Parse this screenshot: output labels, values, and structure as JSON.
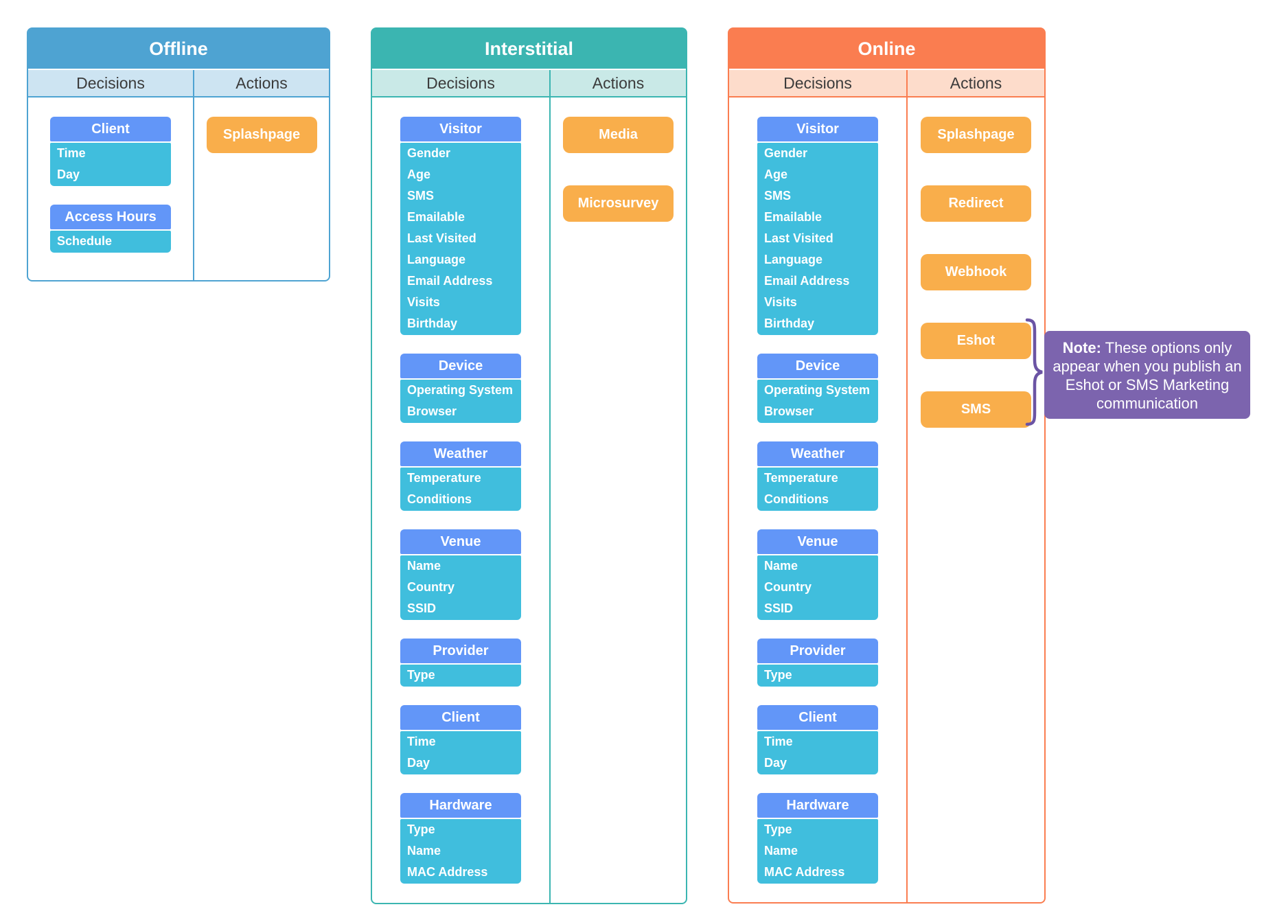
{
  "panels": {
    "offline": {
      "title": "Offline",
      "decisions_label": "Decisions",
      "actions_label": "Actions",
      "decision_groups": [
        {
          "title": "Client",
          "items": [
            "Time",
            "Day"
          ]
        },
        {
          "title": "Access Hours",
          "items": [
            "Schedule"
          ]
        }
      ],
      "actions": [
        "Splashpage"
      ]
    },
    "interstitial": {
      "title": "Interstitial",
      "decisions_label": "Decisions",
      "actions_label": "Actions",
      "decision_groups": [
        {
          "title": "Visitor",
          "items": [
            "Gender",
            "Age",
            "SMS",
            "Emailable",
            "Last Visited",
            "Language",
            "Email Address",
            "Visits",
            "Birthday"
          ]
        },
        {
          "title": "Device",
          "items": [
            "Operating System",
            "Browser"
          ]
        },
        {
          "title": "Weather",
          "items": [
            "Temperature",
            "Conditions"
          ]
        },
        {
          "title": "Venue",
          "items": [
            "Name",
            "Country",
            "SSID"
          ]
        },
        {
          "title": "Provider",
          "items": [
            "Type"
          ]
        },
        {
          "title": "Client",
          "items": [
            "Time",
            "Day"
          ]
        },
        {
          "title": "Hardware",
          "items": [
            "Type",
            "Name",
            "MAC Address"
          ]
        }
      ],
      "actions": [
        "Media",
        "Microsurvey"
      ]
    },
    "online": {
      "title": "Online",
      "decisions_label": "Decisions",
      "actions_label": "Actions",
      "decision_groups": [
        {
          "title": "Visitor",
          "items": [
            "Gender",
            "Age",
            "SMS",
            "Emailable",
            "Last Visited",
            "Language",
            "Email Address",
            "Visits",
            "Birthday"
          ]
        },
        {
          "title": "Device",
          "items": [
            "Operating System",
            "Browser"
          ]
        },
        {
          "title": "Weather",
          "items": [
            "Temperature",
            "Conditions"
          ]
        },
        {
          "title": "Venue",
          "items": [
            "Name",
            "Country",
            "SSID"
          ]
        },
        {
          "title": "Provider",
          "items": [
            "Type"
          ]
        },
        {
          "title": "Client",
          "items": [
            "Time",
            "Day"
          ]
        },
        {
          "title": "Hardware",
          "items": [
            "Type",
            "Name",
            "MAC Address"
          ]
        }
      ],
      "actions": [
        "Splashpage",
        "Redirect",
        "Webhook",
        "Eshot",
        "SMS"
      ]
    }
  },
  "note": {
    "label": "Note:",
    "text": "These options only appear when you publish an Eshot or SMS Marketing communication"
  },
  "colors": {
    "offline_accent": "#4EA3D2",
    "offline_light": "#CDE4F2",
    "interstitial_accent": "#3BB5B1",
    "interstitial_light": "#C9E9E7",
    "online_accent": "#FA7D50",
    "online_light": "#FDDCCB",
    "group_header_blue": "#6296F8",
    "group_body_teal": "#40BEDD",
    "action_orange": "#F9AE4B",
    "note_purple": "#7C64AE",
    "brace_purple": "#6B54A4"
  }
}
